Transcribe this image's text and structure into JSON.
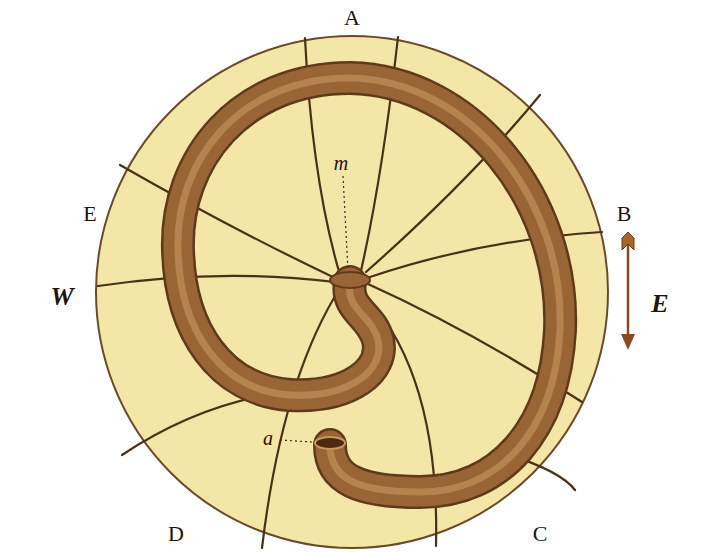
{
  "diagram": {
    "labels": [
      "A",
      "B",
      "E",
      "W",
      "E",
      "m",
      "a",
      "D",
      "C"
    ]
  }
}
